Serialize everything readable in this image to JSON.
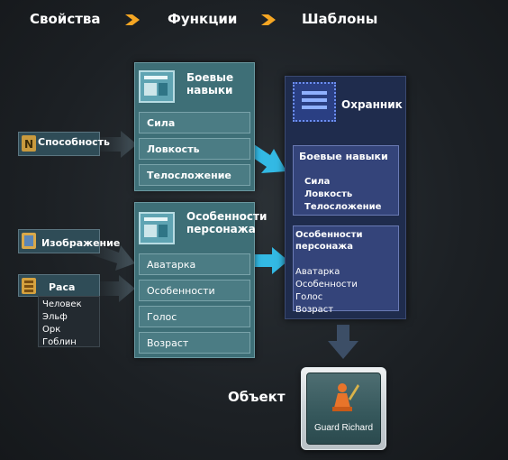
{
  "headers": {
    "properties": "Свойства",
    "functions": "Функции",
    "templates": "Шаблоны"
  },
  "colors": {
    "arrow_orange": "#f5a623",
    "func_panel": "#3e6f77",
    "template_panel": "#1f2c4d",
    "cyan_arrow": "#33b9e4"
  },
  "properties": {
    "ability": {
      "label": "Способность",
      "icon": "ability-icon"
    },
    "image": {
      "label": "Изображение",
      "icon": "image-icon"
    },
    "race": {
      "label": "Раса",
      "icon": "race-icon",
      "options": [
        "Человек",
        "Эльф",
        "Орк",
        "Гоблин"
      ]
    }
  },
  "functions": {
    "combat": {
      "title_line1": "Боевые",
      "title_line2": "навыки",
      "rows": [
        "Сила",
        "Ловкость",
        "Телосложение"
      ]
    },
    "traits": {
      "title_line1": "Особенности",
      "title_line2": "персонажа",
      "rows": [
        "Аватарка",
        "Особенности",
        "Голос",
        "Возраст"
      ]
    }
  },
  "template": {
    "title": "Охранник",
    "combat": {
      "title": "Боевые навыки",
      "items": [
        "Сила",
        "Ловкость",
        "Телосложение"
      ]
    },
    "traits": {
      "title_line1": "Особенности",
      "title_line2": "персонажа",
      "items": [
        "Аватарка",
        "Особенности",
        "Голос",
        "Возраст"
      ]
    }
  },
  "object": {
    "label": "Объект",
    "name": "Guard Richard"
  }
}
